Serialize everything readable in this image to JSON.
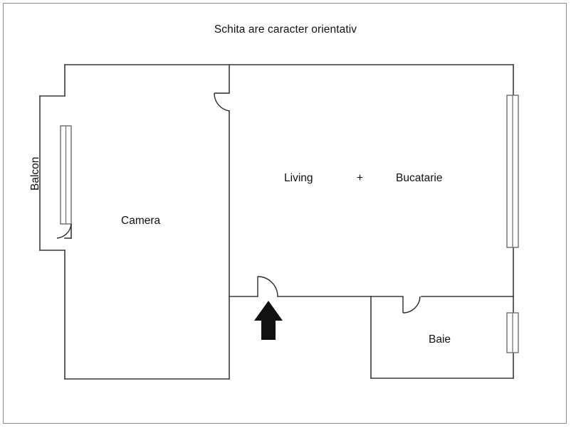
{
  "page": {
    "title": "Schita are caracter orientativ",
    "background_color": "#ffffff",
    "border_color": "#8d8d8d",
    "wall_color": "#3a3a3a",
    "text_color": "#101010",
    "arrow_color": "#111111"
  },
  "rooms": [
    {
      "id": "camera",
      "label": "Camera"
    },
    {
      "id": "living",
      "label": "Living"
    },
    {
      "id": "plus",
      "label": "+"
    },
    {
      "id": "bucatarie",
      "label": "Bucatarie"
    },
    {
      "id": "baie",
      "label": "Baie"
    },
    {
      "id": "balcon",
      "label": "Balcon"
    }
  ],
  "features": {
    "entrance_arrow": "entrance-direction-arrow",
    "doors": [
      "camera-living-door-top",
      "balcony-door",
      "entrance-door",
      "bathroom-door"
    ],
    "windows": [
      "balcony-window-left",
      "living-window-right",
      "bathroom-window-right"
    ]
  }
}
